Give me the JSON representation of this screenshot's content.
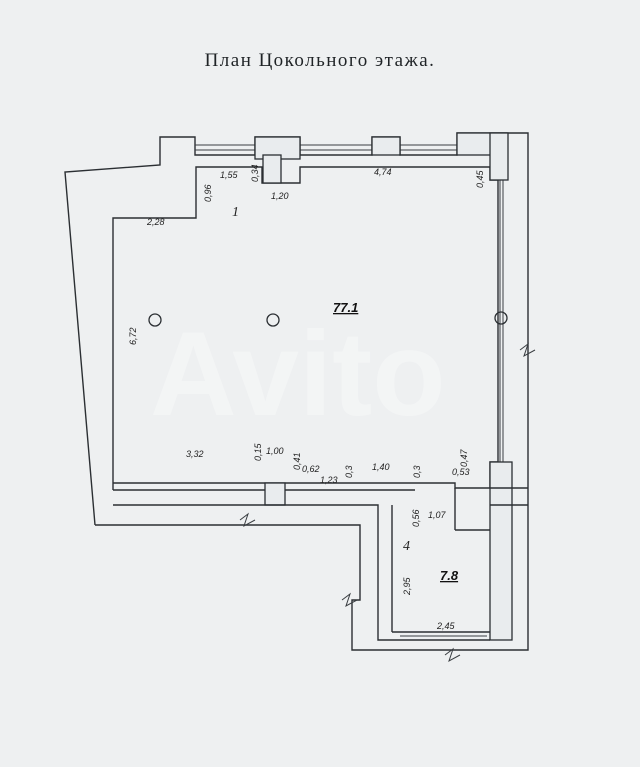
{
  "plan": {
    "title": "План Цокольного этажа.",
    "rooms": [
      {
        "number": "1",
        "area": "77.1"
      },
      {
        "number": "4",
        "area": "7.8"
      }
    ],
    "dimensions": {
      "d_1_55": "1,55",
      "d_0_34": "0,34",
      "d_4_74": "4,74",
      "d_0_96": "0,96",
      "d_1_20": "1,20",
      "d_0_45": "0,45",
      "d_2_28": "2,28",
      "d_6_72": "6,72",
      "d_3_32": "3,32",
      "d_0_15": "0,15",
      "d_1_00": "1,00",
      "d_0_41": "0,41",
      "d_0_62": "0,62",
      "d_1_23": "1,23",
      "d_0_3a": "0,3",
      "d_1_40": "1,40",
      "d_0_3b": "0,3",
      "d_0_47": "0,47",
      "d_0_53": "0,53",
      "d_0_56": "0,56",
      "d_1_07": "1,07",
      "d_2_95": "2,95",
      "d_2_45": "2,45"
    },
    "watermark": "Avito"
  }
}
